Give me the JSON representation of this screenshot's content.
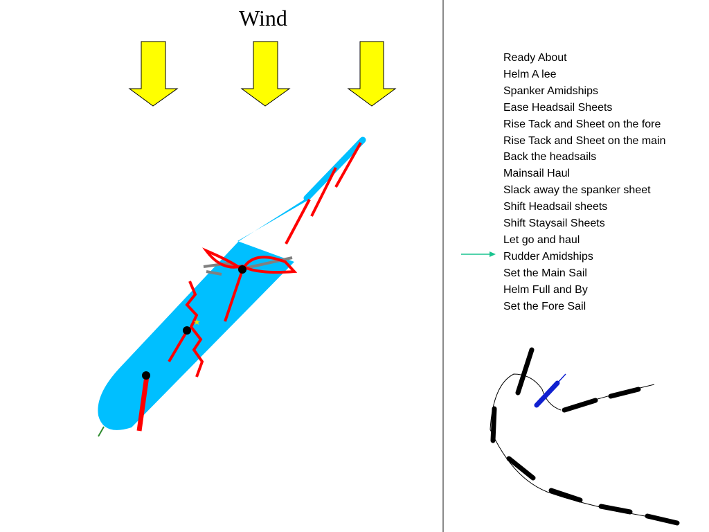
{
  "title": "Wind",
  "commands": [
    "Ready About",
    "Helm A lee",
    "Spanker Amidships",
    "Ease Headsail Sheets",
    "Rise Tack and Sheet on the fore",
    "Rise Tack and Sheet on the main",
    "Back the headsails",
    "Mainsail Haul",
    "Slack away the spanker sheet",
    "Shift Headsail sheets",
    "Shift Staysail Sheets",
    "Let go and haul",
    "Rudder Amidships",
    "Set the Main Sail",
    "Helm Full and By",
    "Set the Fore Sail"
  ],
  "current_command_index": 12,
  "colors": {
    "wind_arrow": "#ffff00",
    "hull": "#00bfff",
    "sail": "#ff0000",
    "yard": "#808080",
    "pointer": "#19c48f",
    "highlight_ship": "#1020d0",
    "fleet": "#000000"
  }
}
